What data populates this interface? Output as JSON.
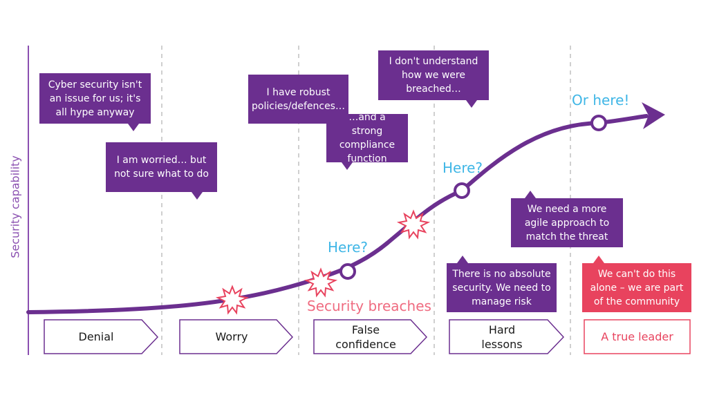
{
  "axis": {
    "ylabel": "Security capability"
  },
  "stages": [
    {
      "label": "Denial"
    },
    {
      "label": "Worry"
    },
    {
      "label": "False\nconfidence"
    },
    {
      "label": "Hard\nlessons"
    },
    {
      "label": "A true leader"
    }
  ],
  "bubbles": {
    "cyber_hype": "Cyber security isn't an issue for us; it's all hype anyway",
    "worried": "I am worried… but not sure what to do",
    "robust": "I have robust policies/defences…",
    "compliance": "…and a strong compliance function",
    "dont_understand": "I don't understand how we were breached…",
    "agile": "We need a more agile approach to match the threat",
    "no_absolute": "There is no absolute security. We need to manage risk",
    "community": "We can't do this alone – we are part of the community"
  },
  "markers": {
    "here_1": "Here?",
    "here_2": "Here?",
    "or_here": "Or here!"
  },
  "breach_label": "Security breaches",
  "colors": {
    "purple": "#6b2f8f",
    "pink": "#e8435e",
    "blue": "#3fb6e6",
    "axis": "#8a4fb0"
  }
}
